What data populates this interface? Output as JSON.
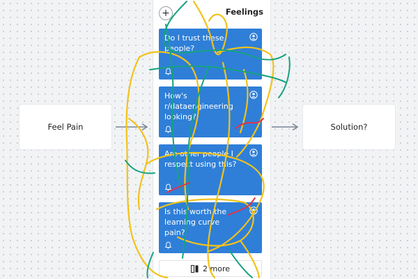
{
  "nodes": {
    "left": {
      "label": "Feel Pain"
    },
    "right": {
      "label": "Solution?"
    }
  },
  "column": {
    "title": "Feelings",
    "add_label": "+",
    "cards": [
      {
        "text": "Do I trust these people?"
      },
      {
        "text": "How's r/dataengineering looking?"
      },
      {
        "text": "Are other people I respect using this?"
      },
      {
        "text": "Is this worth the learning curve pain?"
      }
    ],
    "more_label": "2 more"
  },
  "colors": {
    "card": "#2f7fd8",
    "scribble_yellow": "#f2c21b",
    "scribble_green": "#16a37f",
    "scribble_red": "#e0344b"
  },
  "icons": [
    "plus-icon",
    "person-icon",
    "bell-icon",
    "grid-icon",
    "arrow-right-icon"
  ]
}
